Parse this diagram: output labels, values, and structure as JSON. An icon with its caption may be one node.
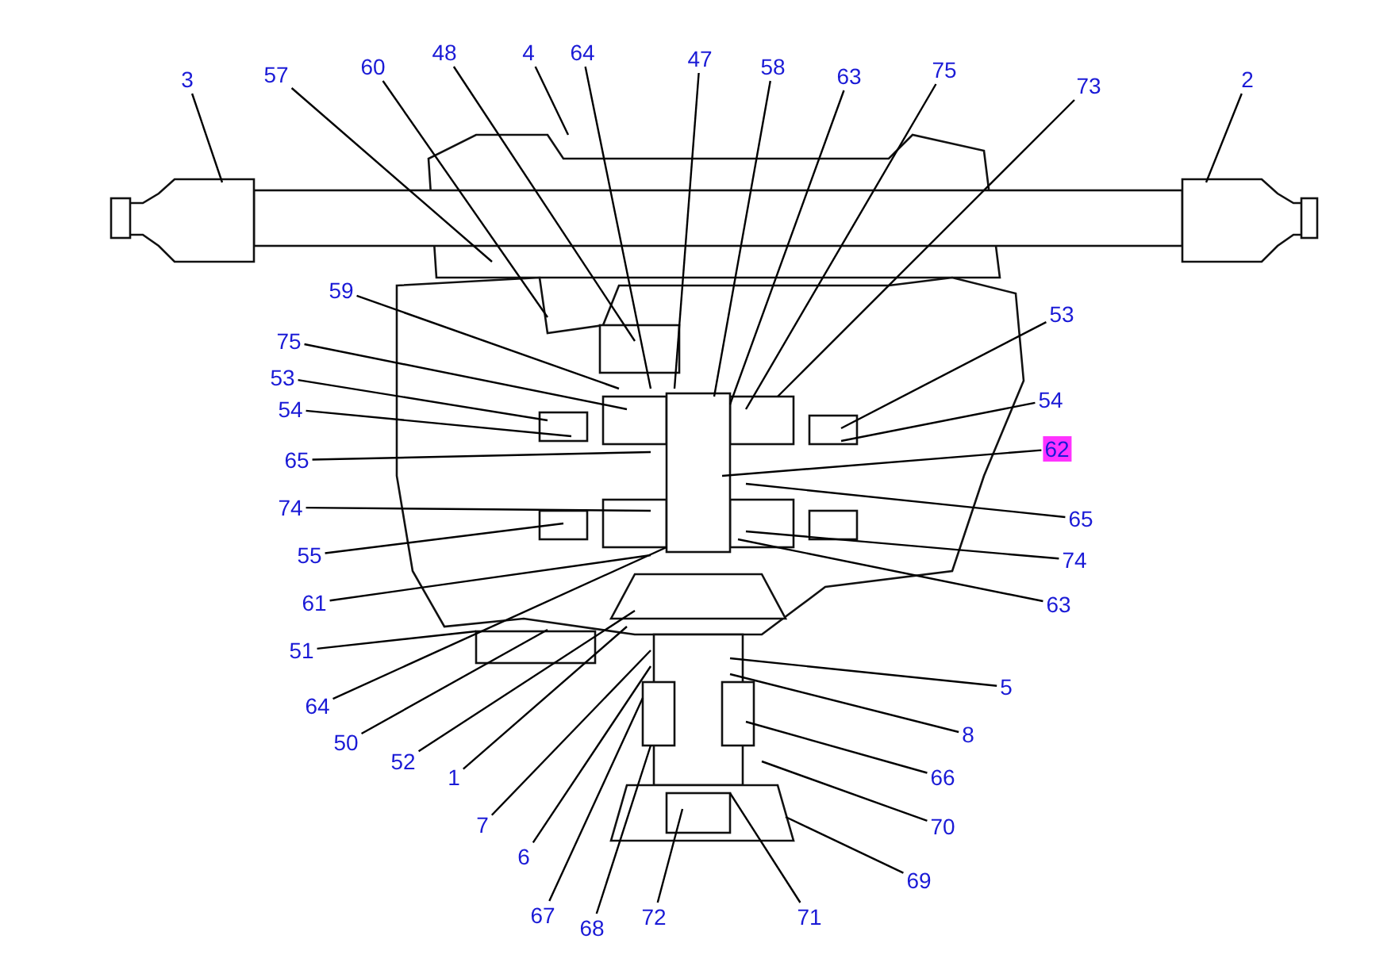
{
  "diagram": {
    "nodes": [
      {
        "text": [
          "3"
        ]
      },
      {
        "text": [
          "57"
        ]
      },
      {
        "text": [
          "60"
        ]
      },
      {
        "text": [
          "48"
        ]
      },
      {
        "text": [
          "4"
        ]
      },
      {
        "text": [
          "64"
        ]
      },
      {
        "text": [
          "47"
        ]
      },
      {
        "text": [
          "58"
        ]
      },
      {
        "text": [
          "63"
        ]
      },
      {
        "text": [
          "75"
        ]
      },
      {
        "text": [
          "73"
        ]
      },
      {
        "text": [
          "2"
        ]
      },
      {
        "text": [
          "59"
        ]
      },
      {
        "text": [
          "75"
        ]
      },
      {
        "text": [
          "53"
        ]
      },
      {
        "text": [
          "54"
        ]
      },
      {
        "text": [
          "65"
        ]
      },
      {
        "text": [
          "74"
        ]
      },
      {
        "text": [
          "55"
        ]
      },
      {
        "text": [
          "61"
        ]
      },
      {
        "text": [
          "51"
        ]
      },
      {
        "text": [
          "64"
        ]
      },
      {
        "text": [
          "50"
        ]
      },
      {
        "text": [
          "52"
        ]
      },
      {
        "text": [
          "1"
        ]
      },
      {
        "text": [
          "7"
        ]
      },
      {
        "text": [
          "6"
        ]
      },
      {
        "text": [
          "67"
        ]
      },
      {
        "text": [
          "68"
        ]
      },
      {
        "text": [
          "72"
        ]
      },
      {
        "text": [
          "71"
        ]
      },
      {
        "text": [
          "53"
        ]
      },
      {
        "text": [
          "54"
        ]
      },
      {
        "text": [
          "62"
        ]
      },
      {
        "text": [
          "65"
        ]
      },
      {
        "text": [
          "74"
        ]
      },
      {
        "text": [
          "63"
        ]
      },
      {
        "text": [
          "5"
        ]
      },
      {
        "text": [
          "8"
        ]
      },
      {
        "text": [
          "66"
        ]
      },
      {
        "text": [
          "70"
        ]
      },
      {
        "text": [
          "69"
        ]
      }
    ],
    "edges": [
      {
        "from": 0,
        "to": null,
        "arrow": "none"
      },
      {
        "from": 1,
        "to": null,
        "arrow": "none"
      },
      {
        "from": 2,
        "to": null,
        "arrow": "none"
      },
      {
        "from": 3,
        "to": null,
        "arrow": "none"
      },
      {
        "from": 4,
        "to": null,
        "arrow": "none"
      },
      {
        "from": 5,
        "to": null,
        "arrow": "none"
      },
      {
        "from": 6,
        "to": null,
        "arrow": "none"
      },
      {
        "from": 7,
        "to": null,
        "arrow": "none"
      },
      {
        "from": 8,
        "to": null,
        "arrow": "none"
      },
      {
        "from": 9,
        "to": null,
        "arrow": "none"
      },
      {
        "from": 10,
        "to": null,
        "arrow": "none"
      },
      {
        "from": 11,
        "to": null,
        "arrow": "none"
      },
      {
        "from": 12,
        "to": null,
        "arrow": "none"
      },
      {
        "from": 13,
        "to": null,
        "arrow": "none"
      },
      {
        "from": 14,
        "to": null,
        "arrow": "none"
      },
      {
        "from": 15,
        "to": null,
        "arrow": "none"
      },
      {
        "from": 16,
        "to": null,
        "arrow": "none"
      },
      {
        "from": 17,
        "to": null,
        "arrow": "none"
      },
      {
        "from": 18,
        "to": null,
        "arrow": "none"
      },
      {
        "from": 19,
        "to": null,
        "arrow": "none"
      },
      {
        "from": 20,
        "to": null,
        "arrow": "none"
      },
      {
        "from": 21,
        "to": null,
        "arrow": "none"
      },
      {
        "from": 22,
        "to": null,
        "arrow": "none"
      },
      {
        "from": 23,
        "to": null,
        "arrow": "none"
      },
      {
        "from": 24,
        "to": null,
        "arrow": "none"
      },
      {
        "from": 25,
        "to": null,
        "arrow": "none"
      },
      {
        "from": 26,
        "to": null,
        "arrow": "none"
      },
      {
        "from": 27,
        "to": null,
        "arrow": "none"
      },
      {
        "from": 28,
        "to": null,
        "arrow": "none"
      },
      {
        "from": 29,
        "to": null,
        "arrow": "none"
      },
      {
        "from": 30,
        "to": null,
        "arrow": "none"
      },
      {
        "from": 31,
        "to": null,
        "arrow": "none"
      },
      {
        "from": 32,
        "to": null,
        "arrow": "none"
      },
      {
        "from": 33,
        "to": null,
        "arrow": "none"
      },
      {
        "from": 34,
        "to": null,
        "arrow": "none"
      },
      {
        "from": 35,
        "to": null,
        "arrow": "none"
      },
      {
        "from": 36,
        "to": null,
        "arrow": "none"
      },
      {
        "from": 37,
        "to": null,
        "arrow": "none"
      },
      {
        "from": 38,
        "to": null,
        "arrow": "none"
      },
      {
        "from": 39,
        "to": null,
        "arrow": "none"
      },
      {
        "from": 40,
        "to": null,
        "arrow": "none"
      },
      {
        "from": 41,
        "to": null,
        "arrow": "none"
      }
    ]
  }
}
